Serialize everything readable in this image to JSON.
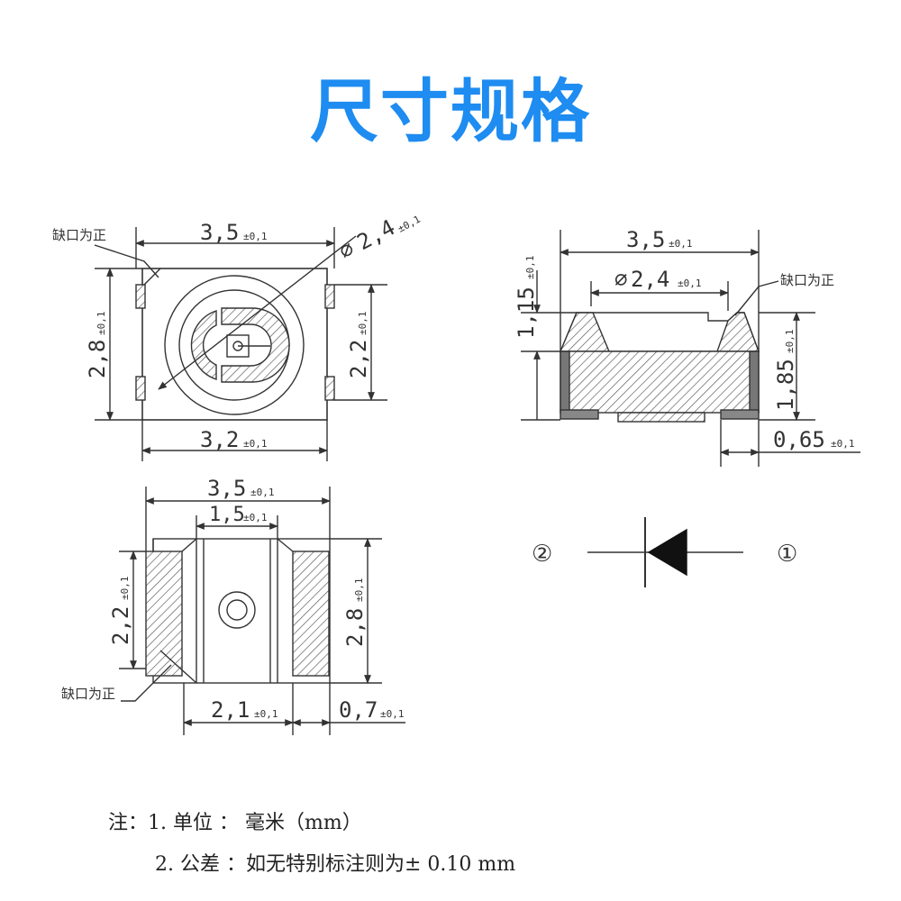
{
  "title": "尺寸规格",
  "labels": {
    "notch": "缺口为正",
    "tol": "±0,1",
    "circle_mark": "∅"
  },
  "dims": {
    "top_width": "3,5",
    "top_diam": "2,4",
    "top_height": "2,8",
    "top_pad_height": "2,2",
    "top_bottom_width": "3,2",
    "side_width": "3,5",
    "side_diam": "2,4",
    "side_lens_height": "1,15",
    "side_body_height": "1,85",
    "side_pad_width": "0,65",
    "bottom_width": "3,5",
    "bottom_center": "1,5",
    "bottom_pad_height": "2,2",
    "bottom_height": "2,8",
    "bottom_pad_span": "2,1",
    "bottom_pad_width": "0,7"
  },
  "symbol": {
    "anode": "②",
    "cathode": "①"
  },
  "notes": {
    "line1": "注：1. 单位 ： 毫米（mm）",
    "line2": "2. 公差 ：如无特别标注则为± 0.10 mm"
  }
}
